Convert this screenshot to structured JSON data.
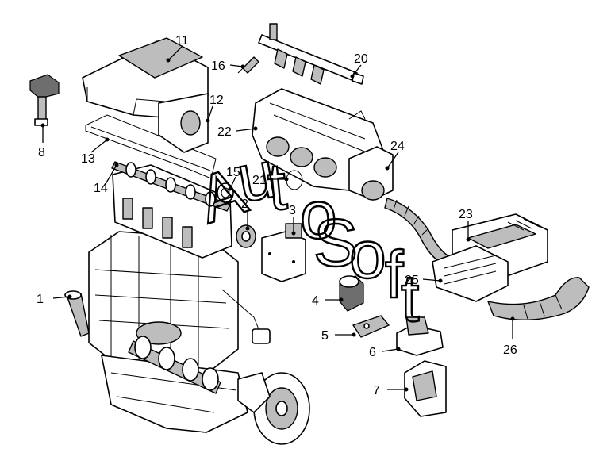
{
  "watermark": {
    "letters": [
      "A",
      "u",
      "t",
      "o",
      "S",
      "o",
      "f",
      "t"
    ]
  },
  "callouts": [
    {
      "num": "1"
    },
    {
      "num": "2"
    },
    {
      "num": "3"
    },
    {
      "num": "4"
    },
    {
      "num": "5"
    },
    {
      "num": "6"
    },
    {
      "num": "7"
    },
    {
      "num": "8"
    },
    {
      "num": "11"
    },
    {
      "num": "12"
    },
    {
      "num": "13"
    },
    {
      "num": "14"
    },
    {
      "num": "15"
    },
    {
      "num": "16"
    },
    {
      "num": "20"
    },
    {
      "num": "21"
    },
    {
      "num": "22"
    },
    {
      "num": "23"
    },
    {
      "num": "24"
    },
    {
      "num": "25"
    },
    {
      "num": "26"
    }
  ]
}
